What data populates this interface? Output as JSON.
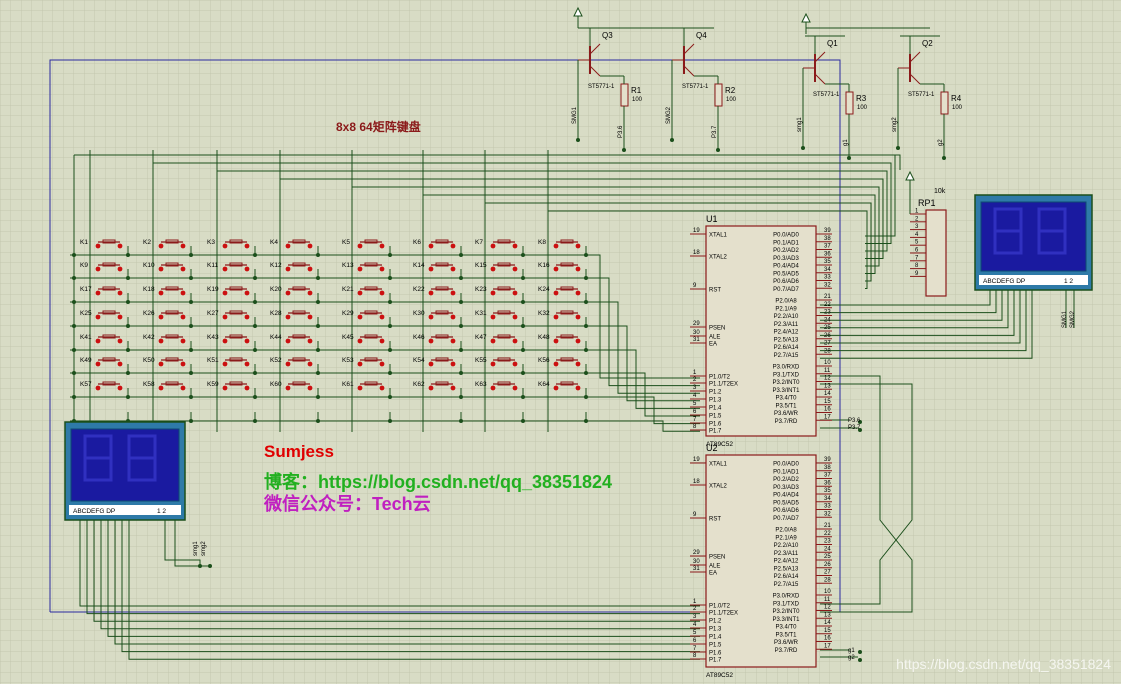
{
  "schematic": {
    "title": "8x8  64矩阵键盘",
    "author": "Sumjess",
    "blog": "博客：https://blog.csdn.net/qq_38351824",
    "wechat": "微信公众号：Tech云",
    "watermark": "https://blog.csdn.net/qq_38351824"
  },
  "keys": [
    "K1",
    "K2",
    "K3",
    "K4",
    "K5",
    "K6",
    "K7",
    "K8",
    "K9",
    "K10",
    "K11",
    "K12",
    "K13",
    "K14",
    "K15",
    "K16",
    "K17",
    "K18",
    "K19",
    "K20",
    "K21",
    "K22",
    "K23",
    "K24",
    "K25",
    "K26",
    "K27",
    "K28",
    "K29",
    "K30",
    "K31",
    "K32",
    "K41",
    "K42",
    "K43",
    "K44",
    "K45",
    "K46",
    "K47",
    "K48",
    "K49",
    "K50",
    "K51",
    "K52",
    "K53",
    "K54",
    "K55",
    "K56",
    "K57",
    "K58",
    "K59",
    "K60",
    "K61",
    "K62",
    "K63",
    "K64"
  ],
  "mcu": [
    {
      "ref": "U1",
      "part": "AT89C52"
    },
    {
      "ref": "U2",
      "part": "AT89C52"
    }
  ],
  "mcu_left_pins": [
    {
      "num": "19",
      "name": "XTAL1"
    },
    {
      "num": "18",
      "name": "XTAL2"
    },
    {
      "num": "9",
      "name": "RST"
    },
    {
      "num": "29",
      "name": "PSEN"
    },
    {
      "num": "30",
      "name": "ALE"
    },
    {
      "num": "31",
      "name": "EA"
    },
    {
      "num": "1",
      "name": "P1.0/T2"
    },
    {
      "num": "2",
      "name": "P1.1/T2EX"
    },
    {
      "num": "3",
      "name": "P1.2"
    },
    {
      "num": "4",
      "name": "P1.3"
    },
    {
      "num": "5",
      "name": "P1.4"
    },
    {
      "num": "6",
      "name": "P1.5"
    },
    {
      "num": "7",
      "name": "P1.6"
    },
    {
      "num": "8",
      "name": "P1.7"
    }
  ],
  "mcu_right_pins": [
    {
      "num": "39",
      "name": "P0.0/AD0"
    },
    {
      "num": "38",
      "name": "P0.1/AD1"
    },
    {
      "num": "37",
      "name": "P0.2/AD2"
    },
    {
      "num": "36",
      "name": "P0.3/AD3"
    },
    {
      "num": "35",
      "name": "P0.4/AD4"
    },
    {
      "num": "34",
      "name": "P0.5/AD5"
    },
    {
      "num": "33",
      "name": "P0.6/AD6"
    },
    {
      "num": "32",
      "name": "P0.7/AD7"
    },
    {
      "num": "21",
      "name": "P2.0/A8"
    },
    {
      "num": "22",
      "name": "P2.1/A9"
    },
    {
      "num": "23",
      "name": "P2.2/A10"
    },
    {
      "num": "24",
      "name": "P2.3/A11"
    },
    {
      "num": "25",
      "name": "P2.4/A12"
    },
    {
      "num": "26",
      "name": "P2.5/A13"
    },
    {
      "num": "27",
      "name": "P2.6/A14"
    },
    {
      "num": "28",
      "name": "P2.7/A15"
    },
    {
      "num": "10",
      "name": "P3.0/RXD"
    },
    {
      "num": "11",
      "name": "P3.1/TXD"
    },
    {
      "num": "12",
      "name": "P3.2/INT0"
    },
    {
      "num": "13",
      "name": "P3.3/INT1"
    },
    {
      "num": "14",
      "name": "P3.4/T0"
    },
    {
      "num": "15",
      "name": "P3.5/T1"
    },
    {
      "num": "16",
      "name": "P3.6/WR"
    },
    {
      "num": "17",
      "name": "P3.7/RD"
    }
  ],
  "transistors": [
    {
      "ref": "Q3",
      "part": "ST5771-1",
      "resistor": "R1",
      "value": "100",
      "base_net": "SMG1",
      "out_net": "P3.6"
    },
    {
      "ref": "Q4",
      "part": "ST5771-1",
      "resistor": "R2",
      "value": "100",
      "base_net": "SMG2",
      "out_net": "P3.7"
    },
    {
      "ref": "Q1",
      "part": "ST5771-1",
      "resistor": "R3",
      "value": "100",
      "base_net": "smg1",
      "out_net": "g1"
    },
    {
      "ref": "Q2",
      "part": "ST5771-1",
      "resistor": "R4",
      "value": "100",
      "base_net": "smg2",
      "out_net": "g2"
    }
  ],
  "resistor_pack": {
    "ref": "RP1",
    "value": "10k",
    "pins": [
      "1",
      "2",
      "3",
      "4",
      "5",
      "6",
      "7",
      "8",
      "9"
    ]
  },
  "displays": [
    {
      "segments": "ABCDEFG  DP",
      "digits": "1  2",
      "nets": [
        "SMG1",
        "SMG2"
      ]
    },
    {
      "segments": "ABCDEFG  DP",
      "digits": "1  2",
      "nets": [
        "smg1",
        "smg2"
      ]
    }
  ],
  "u1_p3_labels": [
    "P3.6",
    "P3.7"
  ],
  "u2_p3_labels": [
    "g1",
    "g2"
  ]
}
